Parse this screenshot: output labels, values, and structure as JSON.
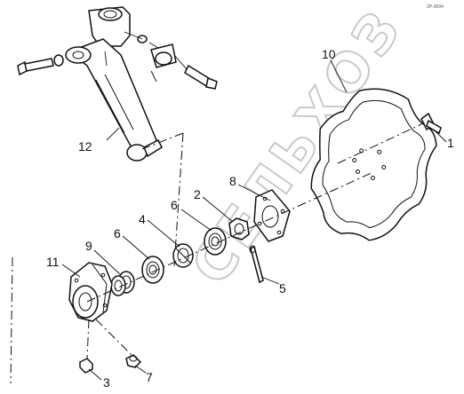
{
  "diagram": {
    "type": "exploded-parts-view",
    "reference_code": "2P-0094",
    "watermark": "СЕЛЬХОЗ",
    "callouts": {
      "c1": "1",
      "c2": "2",
      "c3": "3",
      "c4": "4",
      "c5": "5",
      "c6a": "6",
      "c6b": "6",
      "c7": "7",
      "c8": "8",
      "c9": "9",
      "c10": "10",
      "c11": "11",
      "c12": "12"
    }
  }
}
